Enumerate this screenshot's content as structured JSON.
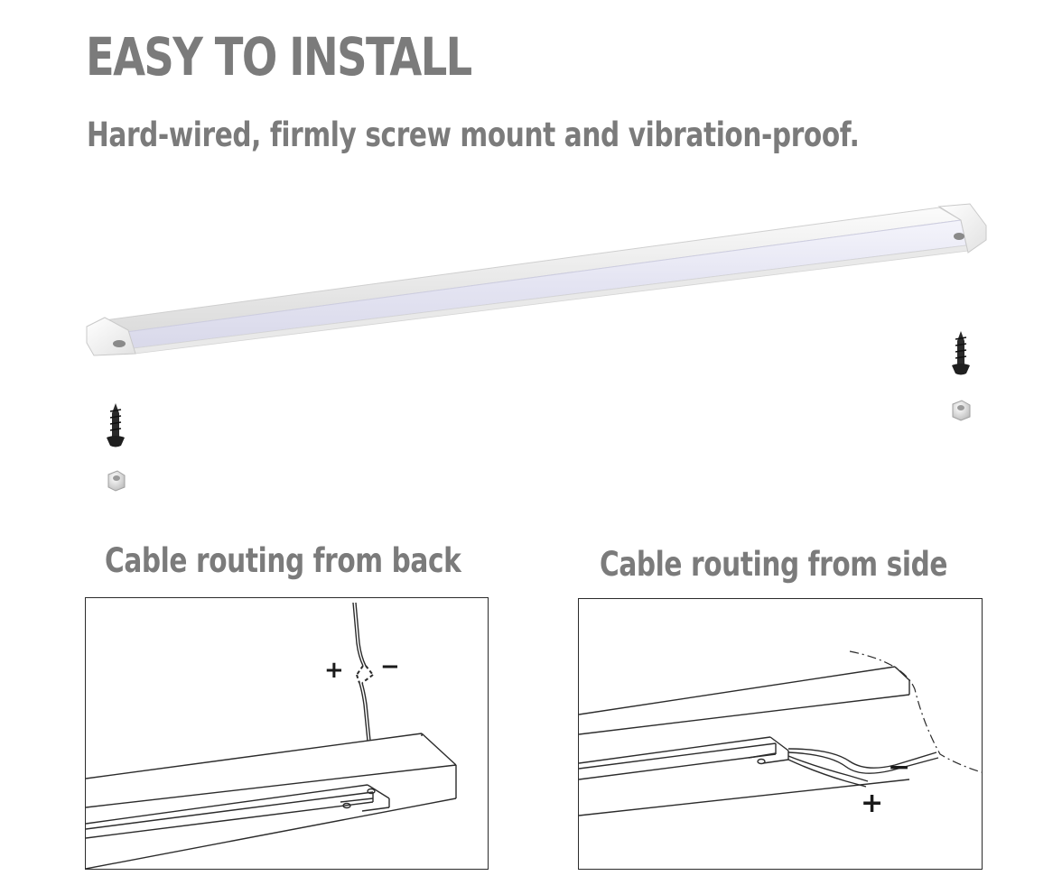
{
  "header": {
    "title": "EASY TO INSTALL",
    "subtitle": "Hard-wired, firmly screw mount and vibration-proof."
  },
  "product": {
    "name": "led-under-cabinet-light-bar"
  },
  "diagrams": {
    "back": {
      "caption": "Cable routing from back",
      "plus_label": "+",
      "minus_label": "−"
    },
    "side": {
      "caption": "Cable routing from side",
      "plus_label": "+",
      "minus_label": "−"
    }
  },
  "colors": {
    "heading_text": "#7b7b7b",
    "line_art": "#2b2b2b",
    "diffuser": "#e6e6f4"
  }
}
